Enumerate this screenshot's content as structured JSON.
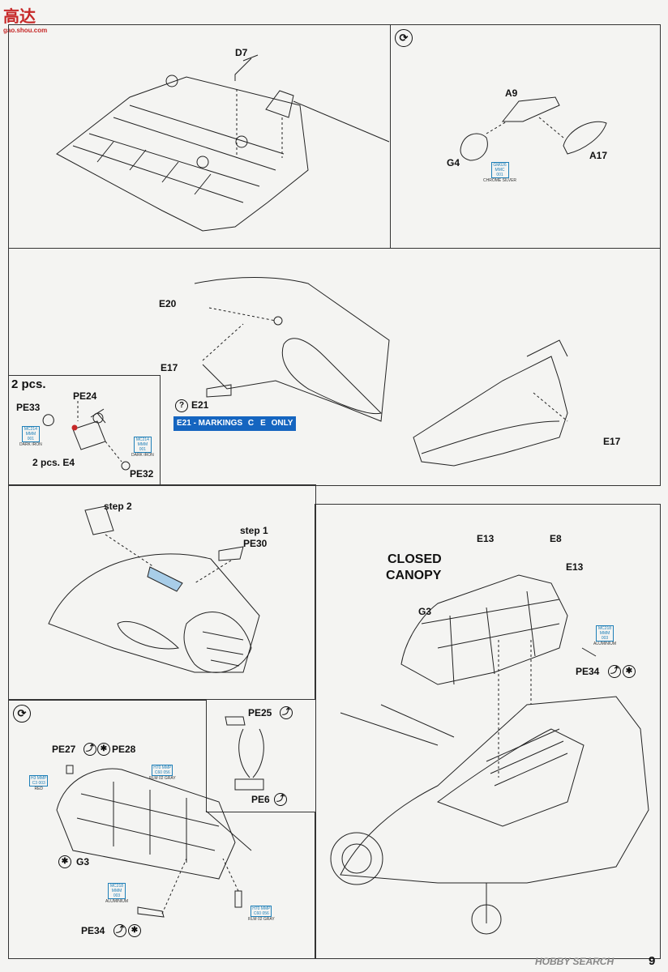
{
  "watermark_top": {
    "logo": "高达",
    "url": "gao.shou.com"
  },
  "watermark_bottom": "HOBBY SEARCH",
  "page_number": "9",
  "panel1": {
    "part": "D7"
  },
  "panel2": {
    "parts": [
      "A9",
      "G4",
      "A17"
    ],
    "paint": {
      "codes": [
        "GM026",
        "MMC",
        "001"
      ],
      "name": "CHROME SILVER"
    }
  },
  "panel3": {
    "parts": [
      "E20",
      "E17",
      "E21"
    ],
    "notice": {
      "prefix": "E21 - MARKINGS",
      "marks": [
        "C",
        "E"
      ],
      "suffix": "ONLY"
    }
  },
  "panel3_right": {
    "parts": [
      "E17"
    ]
  },
  "panel4": {
    "title": "2 pcs.",
    "parts": [
      "PE33",
      "PE24",
      "PE32"
    ],
    "e4": "2 pcs.  E4",
    "paint1": {
      "codes": [
        "MC214",
        "MMM",
        "001"
      ],
      "name": "DARK IRON"
    },
    "paint2": {
      "codes": [
        "MC214",
        "MMM",
        "001"
      ],
      "name": "DARK IRON"
    }
  },
  "panel5": {
    "step2": "step 2",
    "step1": "step 1",
    "part": "PE30"
  },
  "panel6": {
    "title_line1": "CLOSED",
    "title_line2": "CANOPY",
    "parts": [
      "E13",
      "E8",
      "E13",
      "G3",
      "PE34"
    ],
    "paint": {
      "codes": [
        "MC218",
        "MMM",
        "003"
      ],
      "name": "ALUMINIUM"
    }
  },
  "panel7": {
    "parts": [
      "PE27",
      "PE28",
      "G3",
      "PE34"
    ],
    "paint_red": {
      "codes": [
        "H3",
        "MMP",
        "C3",
        "003"
      ],
      "name": "RED"
    },
    "paint_gray1": {
      "codes": [
        "H70",
        "MMP",
        "C60",
        "056"
      ],
      "name": "RLM 02 GRAY"
    },
    "paint_alu": {
      "codes": [
        "MC218",
        "MMM",
        "003"
      ],
      "name": "ALUMINIUM"
    },
    "paint_gray2": {
      "codes": [
        "H70",
        "MMP",
        "C60",
        "056"
      ],
      "name": "RLM 02 GRAY"
    }
  },
  "panel8": {
    "parts": [
      "PE25",
      "PE6"
    ]
  },
  "icons": {
    "rotate": "rotate-icon",
    "bend": "bend-icon",
    "remove": "remove-icon"
  }
}
